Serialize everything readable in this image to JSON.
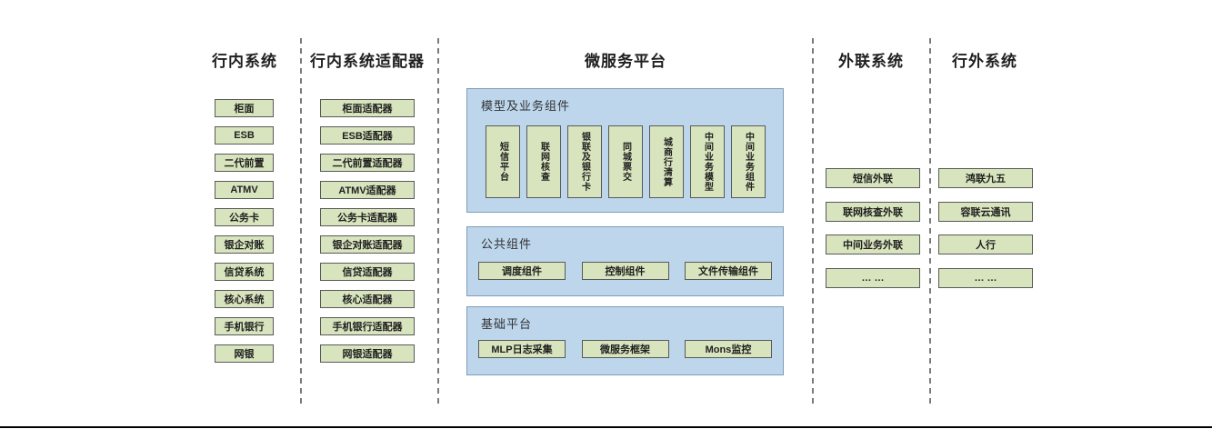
{
  "colors": {
    "box_green": "#d7e4bd",
    "panel_blue": "#bdd6ec",
    "box_border": "#595959",
    "separator_gray": "#7a7a7a"
  },
  "columns": {
    "inbank": {
      "title": "行内系统",
      "items": [
        "柜面",
        "ESB",
        "二代前置",
        "ATMV",
        "公务卡",
        "银企对账",
        "信贷系统",
        "核心系统",
        "手机银行",
        "网银"
      ]
    },
    "adapters": {
      "title": "行内系统适配器",
      "items": [
        "柜面适配器",
        "ESB适配器",
        "二代前置适配器",
        "ATMV适配器",
        "公务卡适配器",
        "银企对账适配器",
        "信贷适配器",
        "核心适配器",
        "手机银行适配器",
        "网银适配器"
      ]
    },
    "platform": {
      "title": "微服务平台",
      "panels": [
        {
          "label": "模型及业务组件",
          "items": [
            "短信平台",
            "联网核查",
            "银联及银行卡",
            "同城票交",
            "城商行清算",
            "中间业务模型",
            "中间业务组件"
          ]
        },
        {
          "label": "公共组件",
          "items": [
            "调度组件",
            "控制组件",
            "文件传输组件"
          ]
        },
        {
          "label": "基础平台",
          "items": [
            "MLP日志采集",
            "微服务框架",
            "Mons监控"
          ]
        }
      ]
    },
    "external": {
      "title": "外联系统",
      "items": [
        "短信外联",
        "联网核查外联",
        "中间业务外联",
        "… …"
      ]
    },
    "outbank": {
      "title": "行外系统",
      "items": [
        "鸿联九五",
        "容联云通讯",
        "人行",
        "… …"
      ]
    }
  }
}
